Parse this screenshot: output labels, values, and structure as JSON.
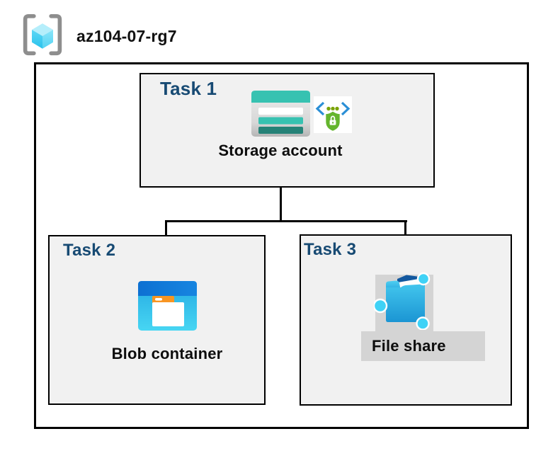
{
  "header": {
    "title": "az104-07-rg7",
    "icon": "resource-group-icon"
  },
  "tasks": [
    {
      "label": "Task 1",
      "item": "Storage account",
      "icons": [
        "storage-account-icon",
        "sas-security-icon"
      ]
    },
    {
      "label": "Task 2",
      "item": "Blob container",
      "icons": [
        "blob-container-icon"
      ]
    },
    {
      "label": "Task 3",
      "item": "File share",
      "icons": [
        "file-share-icon"
      ]
    }
  ],
  "connections": [
    {
      "from": "Storage account",
      "to": "Blob container"
    },
    {
      "from": "Storage account",
      "to": "File share"
    }
  ],
  "colors": {
    "task_label_navy": "#174a73",
    "box_background": "#f1f1f1",
    "highlight_gray": "#d4d4d4",
    "storage_teal": "#37c2b1",
    "storage_teal_dark": "#258277",
    "blob_bar_blue": "#1078d6",
    "folder_cyan": "#2cb4e8",
    "folder_tab_orange": "#f89522",
    "shield_green": "#64b52d",
    "bracket_blue": "#2b8fd6",
    "cube_cyan": "#55d4f3",
    "bracket_gray": "#8e8e8e",
    "line_black": "#000000"
  }
}
